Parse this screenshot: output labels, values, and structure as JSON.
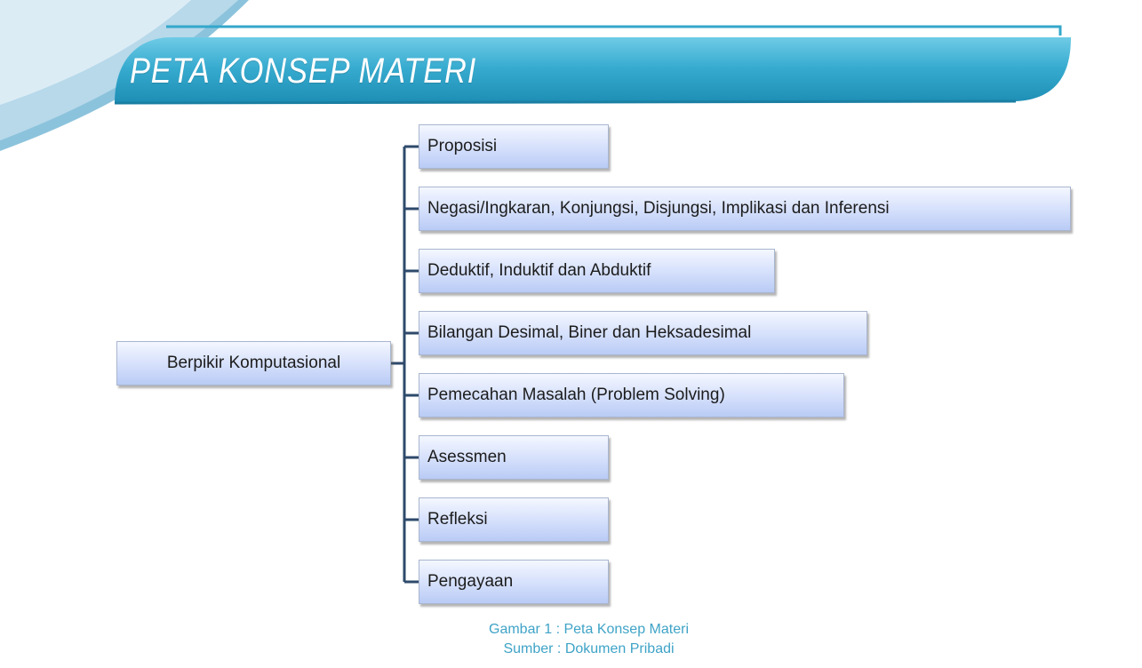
{
  "title": "PETA KONSEP MATERI",
  "root": {
    "label": "Berpikir Komputasional"
  },
  "children": [
    {
      "label": "Proposisi"
    },
    {
      "label": "Negasi/Ingkaran, Konjungsi, Disjungsi, Implikasi dan Inferensi"
    },
    {
      "label": "Deduktif, Induktif dan Abduktif"
    },
    {
      "label": "Bilangan Desimal, Biner dan Heksadesimal"
    },
    {
      "label": "Pemecahan Masalah (Problem Solving)"
    },
    {
      "label": "Asessmen"
    },
    {
      "label": "Refleksi"
    },
    {
      "label": "Pengayaan"
    }
  ],
  "caption": {
    "line1": "Gambar 1 : Peta Konsep Materi",
    "line2": "Sumber : Dokumen Pribadi"
  },
  "colors": {
    "banner": "#2ea3c6",
    "connector": "#2e4a6b",
    "caption": "#3fa3c7"
  }
}
